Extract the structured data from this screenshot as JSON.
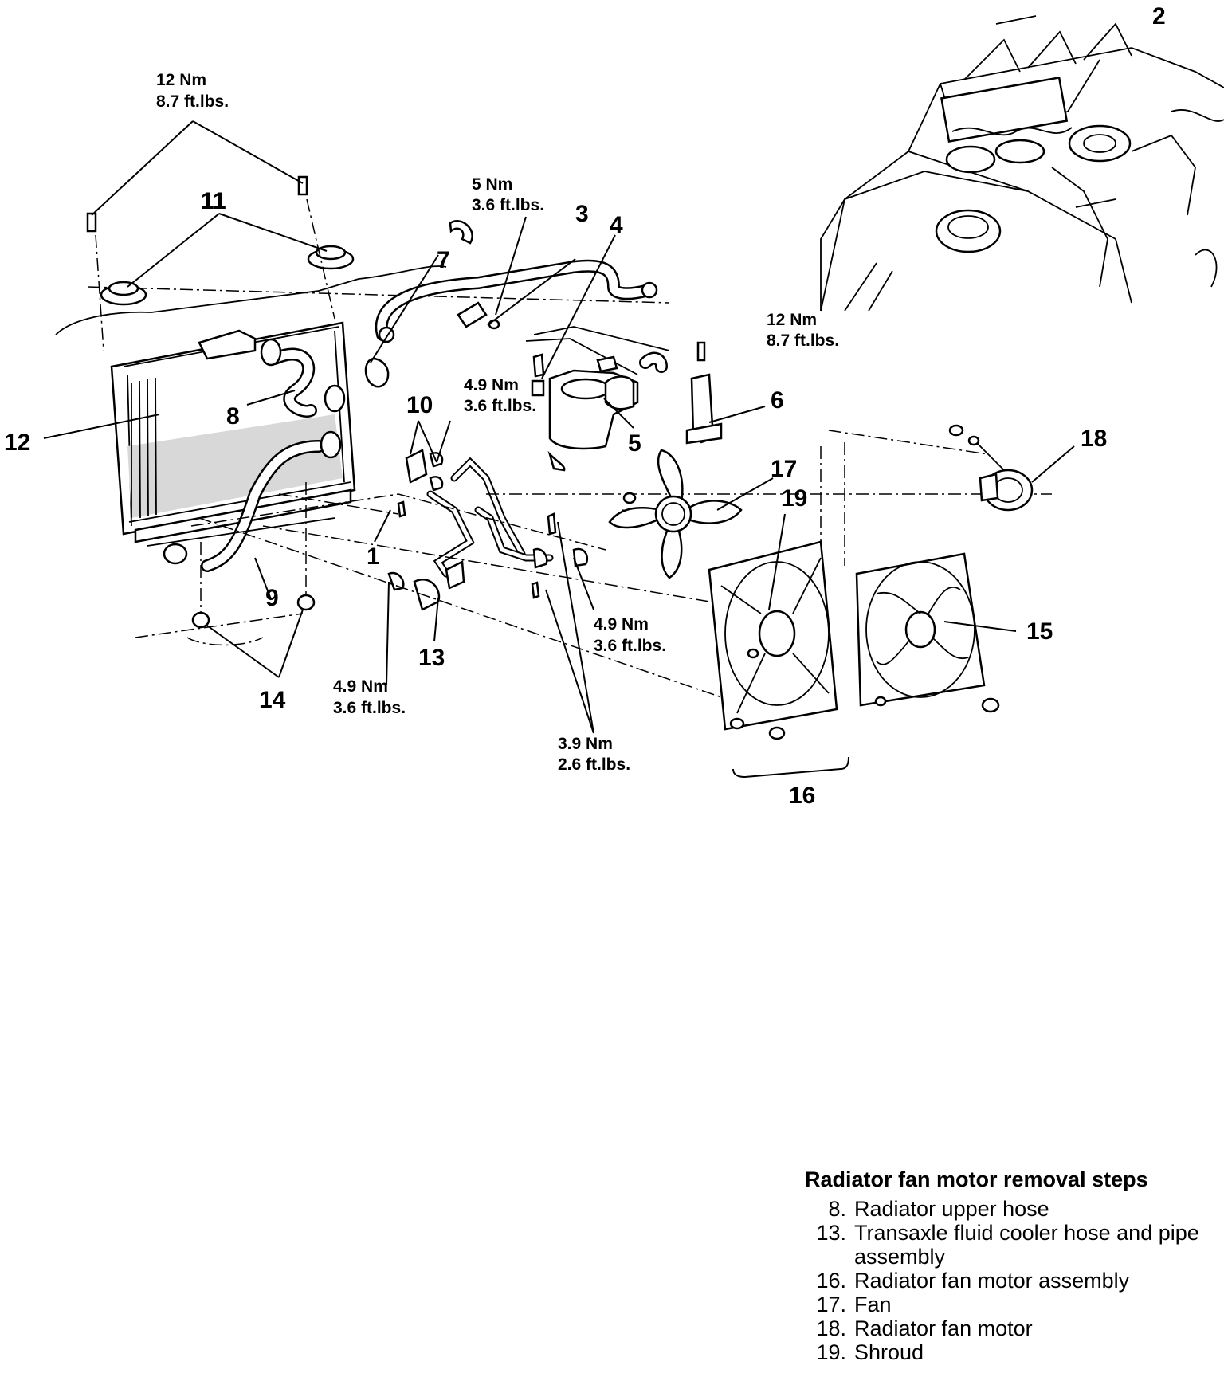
{
  "callouts": {
    "c1": "1",
    "c2": "2",
    "c3": "3",
    "c4": "4",
    "c5": "5",
    "c6": "6",
    "c7": "7",
    "c8": "8",
    "c9": "9",
    "c10": "10",
    "c11": "11",
    "c12": "12",
    "c13": "13",
    "c14": "14",
    "c15": "15",
    "c16": "16",
    "c17": "17",
    "c18": "18",
    "c19": "19"
  },
  "torques": {
    "t_top_nm": "12 Nm",
    "t_top_ft": "8.7 ft.lbs.",
    "t_hose_nm": "5 Nm",
    "t_hose_ft": "3.6 ft.lbs.",
    "t_center_nm": "4.9 Nm",
    "t_center_ft": "3.6 ft.lbs.",
    "t_bracket_nm": "12 Nm",
    "t_bracket_ft": "8.7 ft.lbs.",
    "t_pipe_nm": "4.9 Nm",
    "t_pipe_ft": "3.6 ft.lbs.",
    "t_lower_nm": "4.9 Nm",
    "t_lower_ft": "3.6 ft.lbs.",
    "t_bolt_nm": "3.9 Nm",
    "t_bolt_ft": "2.6 ft.lbs."
  },
  "steps": {
    "title": "Radiator fan motor removal steps",
    "items": [
      {
        "num": "8.",
        "text": "Radiator upper hose"
      },
      {
        "num": "13.",
        "text": "Transaxle fluid cooler hose and pipe assembly"
      },
      {
        "num": "16.",
        "text": "Radiator fan motor assembly"
      },
      {
        "num": "17.",
        "text": "Fan"
      },
      {
        "num": "18.",
        "text": "Radiator fan motor"
      },
      {
        "num": "19.",
        "text": "Shroud"
      }
    ]
  }
}
